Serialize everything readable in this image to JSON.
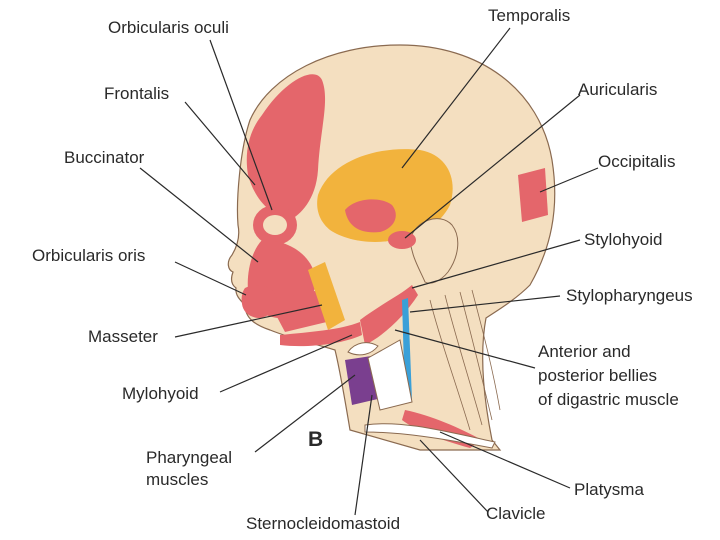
{
  "panel_letter": "B",
  "colors": {
    "skin": "#f4dfc0",
    "muscle_red": "#e4666b",
    "muscle_orange": "#f2b33d",
    "pharyngeal_purple": "#7a3f8f",
    "stylopharyngeus_blue": "#3aa0d8",
    "outline": "#8a6a50"
  },
  "labels": {
    "orbicularis_oculi": "Orbicularis oculi",
    "frontalis": "Frontalis",
    "buccinator": "Buccinator",
    "orbicularis_oris": "Orbicularis oris",
    "masseter": "Masseter",
    "mylohyoid": "Mylohyoid",
    "pharyngeal_1": "Pharyngeal",
    "pharyngeal_2": "muscles",
    "sternocleidomastoid": "Sternocleidomastoid",
    "temporalis": "Temporalis",
    "auricularis": "Auricularis",
    "occipitalis": "Occipitalis",
    "stylohyoid": "Stylohyoid",
    "stylopharyngeus": "Stylopharyngeus",
    "digastric_1": "Anterior and",
    "digastric_2": "posterior bellies",
    "digastric_3": "of digastric muscle",
    "platysma": "Platysma",
    "clavicle": "Clavicle"
  }
}
